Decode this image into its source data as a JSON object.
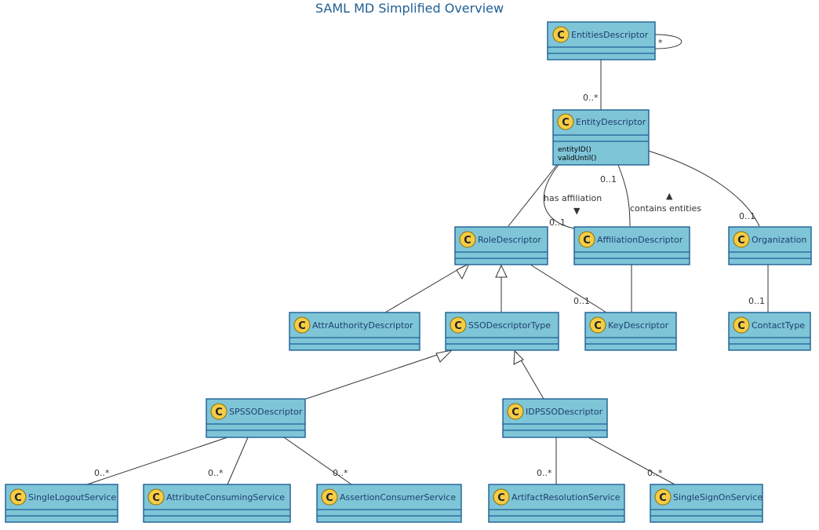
{
  "title": "SAML MD Simplified Overview",
  "colors": {
    "class_fill": "#7ec5d8",
    "class_border": "#1f5f94",
    "icon_fill": "#f5cc45",
    "title_color": "#1f5f94"
  },
  "class_icon_letter": "C",
  "classes": {
    "entities_descriptor": {
      "name": "EntitiesDescriptor"
    },
    "entity_descriptor": {
      "name": "EntityDescriptor",
      "methods": [
        "entityID()",
        "validUntil()"
      ]
    },
    "role_descriptor": {
      "name": "RoleDescriptor"
    },
    "affiliation_descriptor": {
      "name": "AffiliationDescriptor"
    },
    "organization": {
      "name": "Organization"
    },
    "attr_authority_descriptor": {
      "name": "AttrAuthorityDescriptor"
    },
    "sso_descriptor_type": {
      "name": "SSODescriptorType"
    },
    "key_descriptor": {
      "name": "KeyDescriptor"
    },
    "contact_type": {
      "name": "ContactType"
    },
    "spsso_descriptor": {
      "name": "SPSSODescriptor"
    },
    "idpsso_descriptor": {
      "name": "IDPSSODescriptor"
    },
    "single_logout_service": {
      "name": "SingleLogoutService"
    },
    "attribute_consuming_service": {
      "name": "AttributeConsumingService"
    },
    "assertion_consumer_service": {
      "name": "AssertionConsumerService"
    },
    "artifact_resolution_service": {
      "name": "ArtifactResolutionService"
    },
    "single_sign_on_service": {
      "name": "SingleSignOnService"
    }
  },
  "relations": {
    "self_mult": "*",
    "entities_to_entity_mult": "0..*",
    "has_affiliation_label": "has affiliation",
    "has_affiliation_arrow": "▼",
    "has_affiliation_mult": "0..1",
    "contains_entities_label": "contains entities",
    "contains_entities_arrow": "▲",
    "contains_entities_mult": "0..1",
    "organization_mult": "0..1",
    "key_descriptor_mult": "0..1",
    "contact_type_mult": "0..1",
    "single_logout_mult": "0..*",
    "attribute_consuming_mult": "0..*",
    "assertion_consumer_mult": "0..*",
    "artifact_resolution_mult": "0..*",
    "single_sign_on_mult": "0..*"
  }
}
